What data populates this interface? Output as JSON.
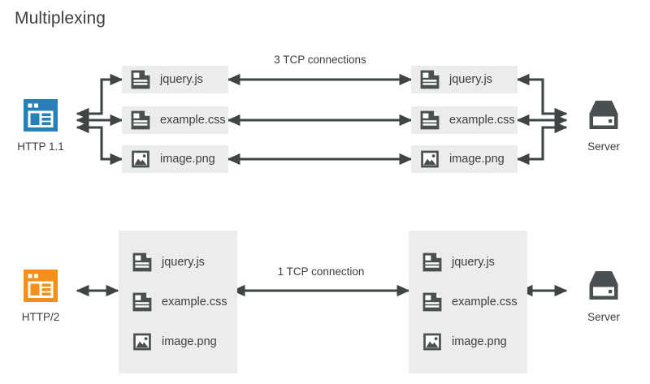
{
  "page": {
    "title": "Multiplexing",
    "background": "#ffffff",
    "text_color": "#3d3d3d",
    "box_fill": "#ececec",
    "arrow_color": "#3f4444"
  },
  "sections": [
    {
      "id": "http11",
      "client": {
        "caption": "HTTP 1.1",
        "icon": "browser-window-icon",
        "color": "#2980b9"
      },
      "server": {
        "caption": "Server",
        "icon": "server-icon",
        "color": "#4a4f4f"
      },
      "connection_label": "3 TCP connections",
      "grouped": false,
      "resources": [
        {
          "name": "jquery.js",
          "icon": "document-icon"
        },
        {
          "name": "example.css",
          "icon": "document-icon"
        },
        {
          "name": "image.png",
          "icon": "image-file-icon"
        }
      ]
    },
    {
      "id": "http2",
      "client": {
        "caption": "HTTP/2",
        "icon": "browser-window-icon",
        "color": "#f3901d"
      },
      "server": {
        "caption": "Server",
        "icon": "server-icon",
        "color": "#4a4f4f"
      },
      "connection_label": "1 TCP connection",
      "grouped": true,
      "resources": [
        {
          "name": "jquery.js",
          "icon": "document-icon"
        },
        {
          "name": "example.css",
          "icon": "document-icon"
        },
        {
          "name": "image.png",
          "icon": "image-file-icon"
        }
      ]
    }
  ]
}
